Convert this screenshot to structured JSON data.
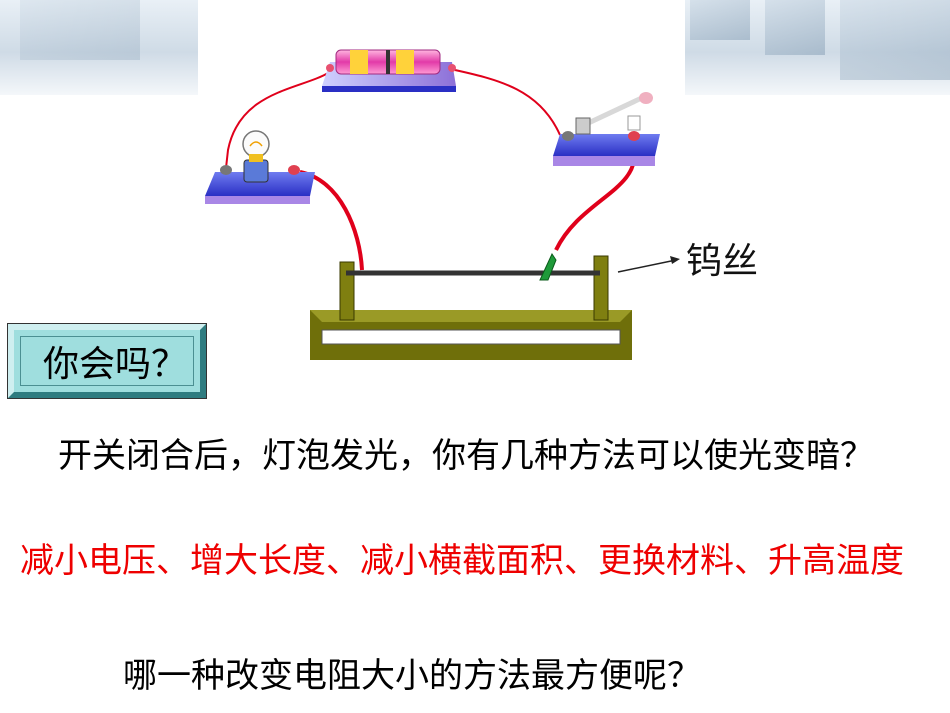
{
  "diagram": {
    "label_tungsten": "钨丝",
    "icons": [
      "battery-icon",
      "bulb-icon",
      "switch-icon",
      "tungsten-wire-board-icon"
    ],
    "colors": {
      "wire": "#e0001b",
      "board_top": "#3c3cd0",
      "base": "#7a7a10",
      "quiz_fill": "#9fdede"
    }
  },
  "quiz": {
    "label": "你会吗？"
  },
  "question": {
    "text": "开关闭合后，灯泡发光，你有几种方法可以使光变暗？"
  },
  "answer": {
    "text": "减小电压、增大长度、减小横截面积、更换材料、升高温度"
  },
  "final_question": {
    "text": "哪一种改变电阻大小的方法最方便呢？"
  }
}
